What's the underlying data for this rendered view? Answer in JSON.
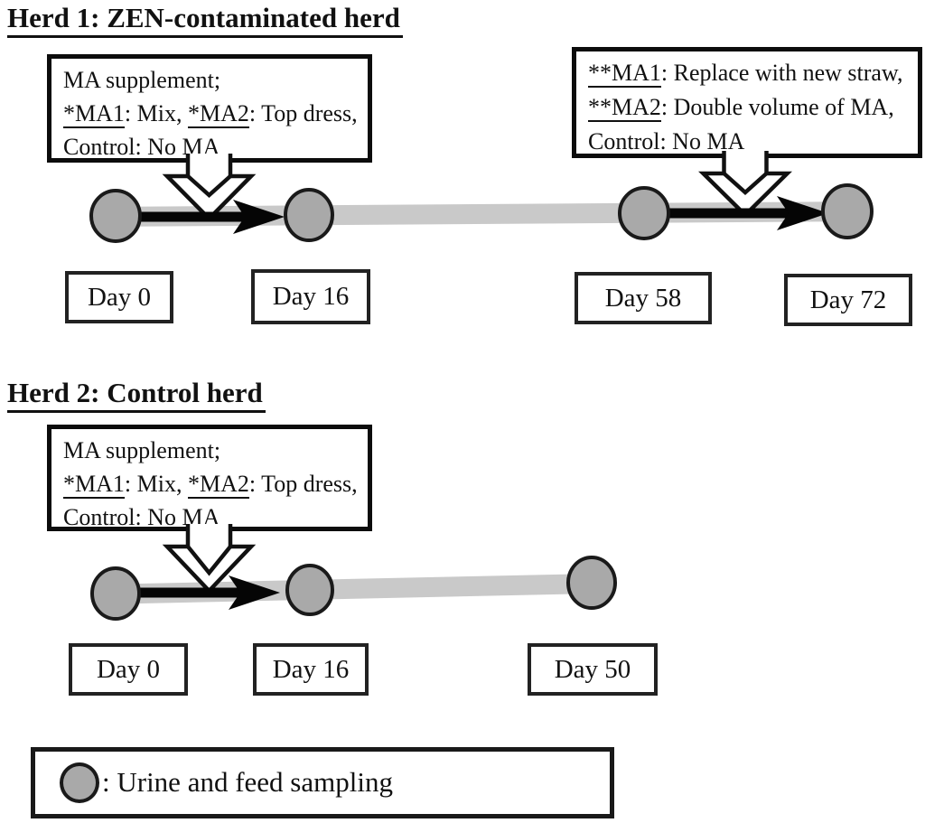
{
  "colors": {
    "background": "#ffffff",
    "circle_fill": "#a9a9a9",
    "circle_stroke": "#1a1a1a",
    "band_fill": "#c9c9c9",
    "arrow_black": "#050505",
    "pointer_fill": "#ffffff",
    "pointer_stroke": "#111111",
    "box_border": "#0c0c0c"
  },
  "herd1": {
    "title": "Herd 1: ZEN-contaminated herd",
    "annotation_start": {
      "line1": "MA supplement;",
      "line2": [
        {
          "text": "*MA1",
          "underline": true
        },
        {
          "text": ": Mix, ",
          "underline": false
        },
        {
          "text": "*MA2",
          "underline": true
        },
        {
          "text": ": Top dress,",
          "underline": false
        }
      ],
      "line3": "Control: No MA"
    },
    "annotation_day58": {
      "line1": [
        {
          "text": "**MA1",
          "underline": true
        },
        {
          "text": ": Replace with new straw,",
          "underline": false
        }
      ],
      "line2": [
        {
          "text": "**MA2",
          "underline": true
        },
        {
          "text": ": Double volume of MA,",
          "underline": false
        }
      ],
      "line3": "Control: No MA"
    },
    "days": [
      "Day 0",
      "Day 16",
      "Day 58",
      "Day 72"
    ]
  },
  "herd2": {
    "title": "Herd 2: Control herd",
    "annotation_start": {
      "line1": "MA supplement;",
      "line2": [
        {
          "text": "*MA1",
          "underline": true
        },
        {
          "text": ": Mix, ",
          "underline": false
        },
        {
          "text": "*MA2",
          "underline": true
        },
        {
          "text": ": Top dress,",
          "underline": false
        }
      ],
      "line3": "Control: No MA"
    },
    "days": [
      "Day 0",
      "Day 16",
      "Day 50"
    ]
  },
  "legend": {
    "label": ": Urine and feed sampling"
  }
}
